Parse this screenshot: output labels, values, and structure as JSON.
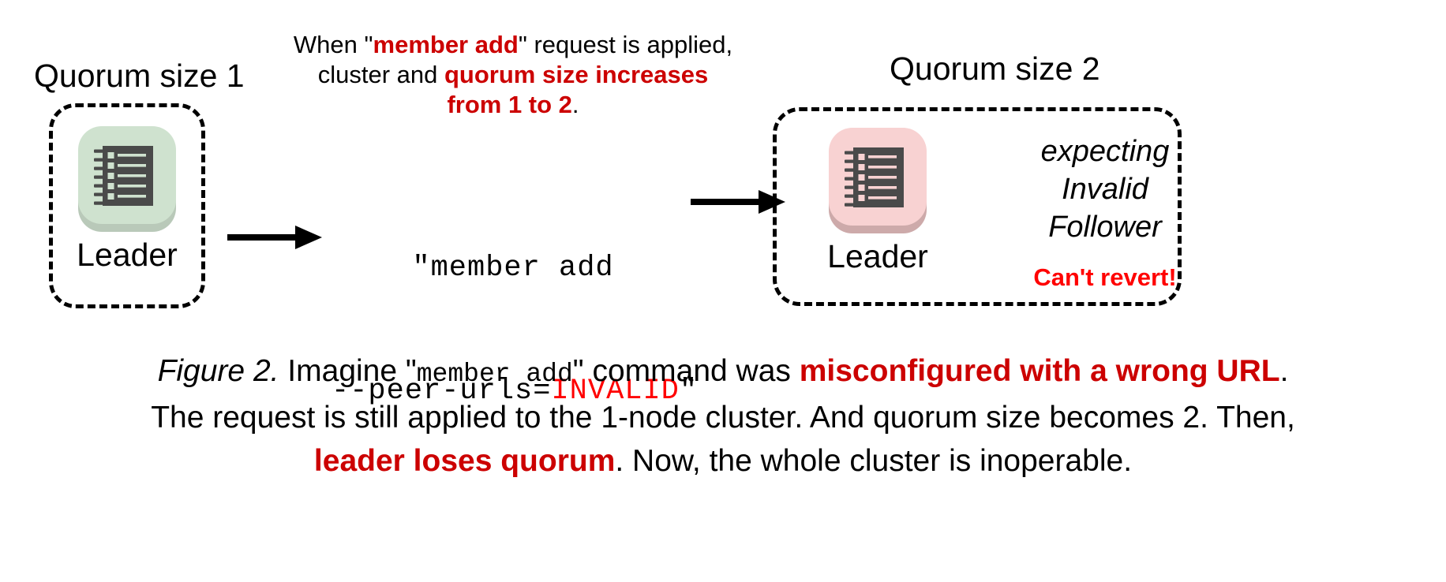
{
  "figure": {
    "colors": {
      "dark_red": "#cc0000",
      "bright_red": "#ff0000",
      "leader_ok_green": "#cfe2cf",
      "leader_bad_pink": "#f8d2d2",
      "icon_gray": "#4a4a4a",
      "text_black": "#000000",
      "background": "#ffffff"
    },
    "left_cluster": {
      "quorum_label": "Quorum size 1",
      "node_label": "Leader",
      "node_icon": "ledger-icon",
      "node_icon_tint": "#cfe2cf"
    },
    "right_cluster": {
      "quorum_label": "Quorum size 2",
      "node_label": "Leader",
      "node_icon": "ledger-icon",
      "node_icon_tint": "#f8d2d2",
      "expecting_lines": [
        "expecting",
        "Invalid",
        "Follower"
      ],
      "warning": "Can't revert!"
    },
    "explanation": {
      "line1_a": "When \"",
      "line1_b": "member add",
      "line1_c": "\" request is applied,",
      "line2_a": "cluster and ",
      "line2_b": "quorum size increases",
      "line3_b": "from 1 to 2",
      "line3_c": "."
    },
    "command": {
      "line1": "\"member add",
      "line2_a": "--peer-urls=",
      "line2_b": "INVALID",
      "line2_c": "\""
    },
    "arrows": {
      "left_arrow": "arrow-right-icon",
      "right_arrow": "arrow-right-icon"
    },
    "caption": {
      "fig_number": "Figure 2.",
      "l1_a": " Imagine \"",
      "l1_mono": "member add",
      "l1_b": "\" command was ",
      "l1_hl": "misconfigured with a wrong URL",
      "l1_c": ".",
      "l2": "The request is still applied to the 1-node cluster. And quorum size becomes 2. Then,",
      "l3_hl": "leader loses quorum",
      "l3_b": ". Now, the whole cluster is inoperable."
    }
  }
}
